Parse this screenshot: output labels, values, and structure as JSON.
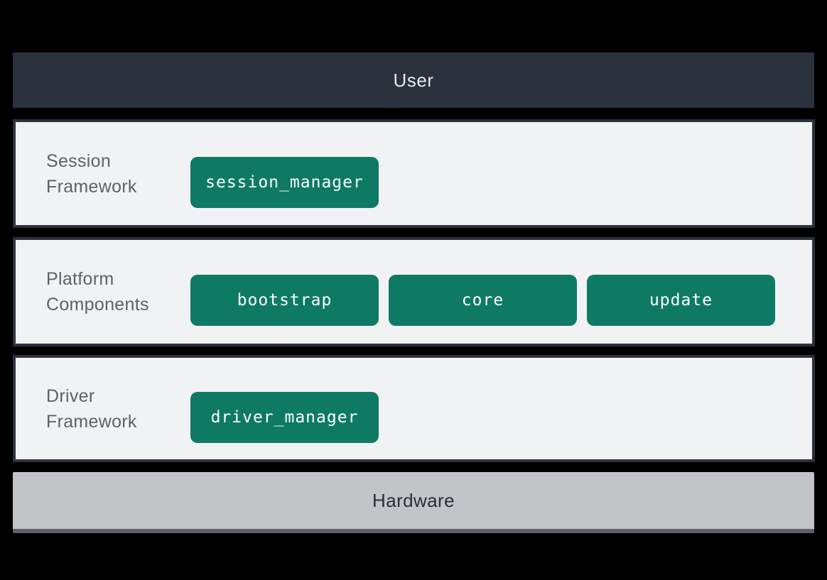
{
  "diagram": {
    "user_bar": {
      "label": "User"
    },
    "layers": [
      {
        "label": "Session Framework",
        "components": [
          "session_manager"
        ]
      },
      {
        "label": "Platform Components",
        "components": [
          "bootstrap",
          "core",
          "update"
        ]
      },
      {
        "label": "Driver Framework",
        "components": [
          "driver_manager"
        ]
      }
    ],
    "hardware_bar": {
      "label": "Hardware"
    },
    "colors": {
      "background": "#000000",
      "dark_slate": "#2A323D",
      "panel_fill": "#F1F2F4",
      "component_green": "#0F7A64",
      "component_text": "#FBFDFC",
      "label_gray": "#5D6268",
      "user_text": "#E8EAEC",
      "hardware_fill": "#C2C4C7",
      "hardware_edge": "#5E6267",
      "hardware_text": "#272F39"
    }
  }
}
